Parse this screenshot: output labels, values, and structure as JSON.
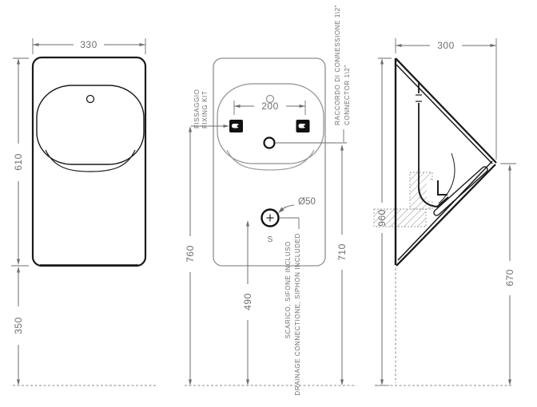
{
  "drawing": {
    "front_view": {
      "width": "330",
      "body_height": "610",
      "rim_to_floor": "350"
    },
    "back_view": {
      "fixing_spacing": "200",
      "fixing_height": "760",
      "drain_height": "490",
      "connector_height": "710",
      "drain_diameter": "Ø50",
      "drain_symbol": "S",
      "fixing_label_line1": "FISSAGGIO",
      "fixing_label_line2": "FIXING KIT",
      "connector_label_line1": "RACCORDO DI CONNESSIONE 1\\2\"",
      "connector_label_line2": "CONNECTOR 1\\2\"",
      "drain_label_line1": "SCARICO, SIFONE INCLUSO",
      "drain_label_line2": "DRAINAGE CONNECTIONE, SIPHON INCLUDED"
    },
    "side_view": {
      "depth": "300",
      "overall_height": "960",
      "spout_height": "670"
    },
    "colors": {
      "line": "#1a1a1a",
      "secondary_line": "#8f8f8f",
      "dimension": "#6e6e6e",
      "hatch": "#9a9a9a"
    }
  }
}
